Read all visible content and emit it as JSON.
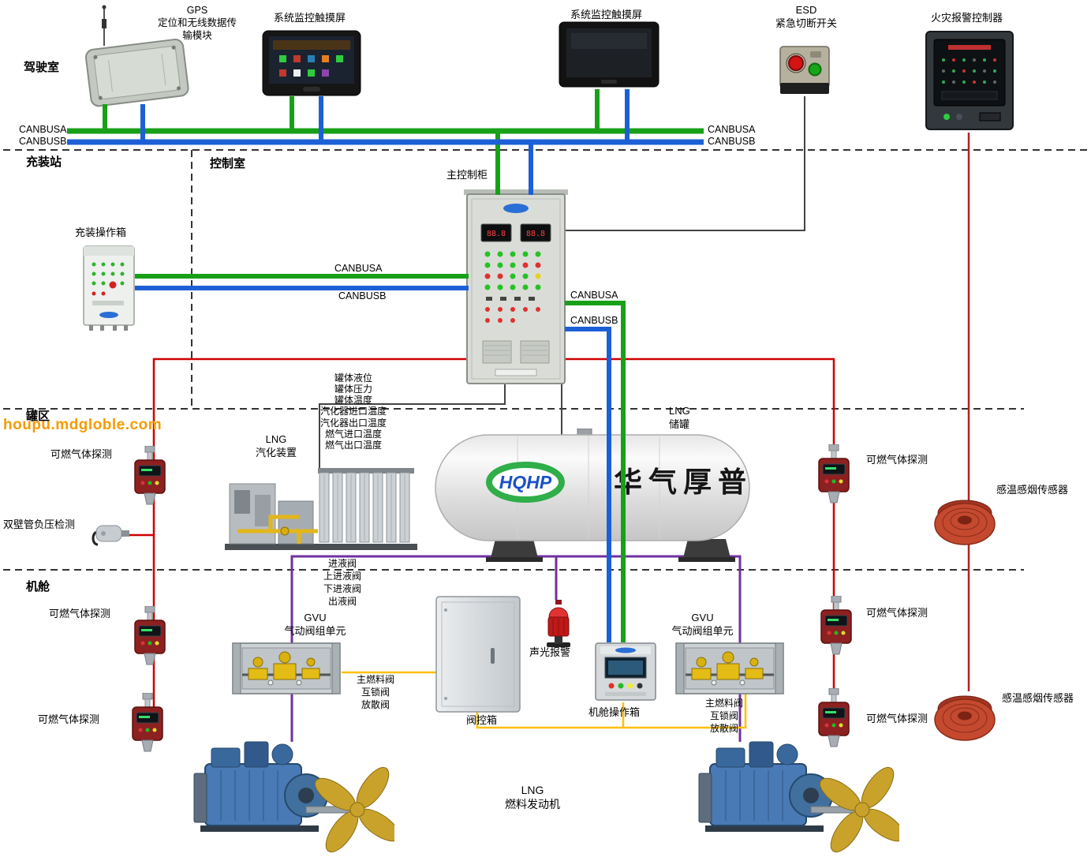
{
  "watermark": "houpu.mdgloble.com",
  "zones": {
    "cockpit": "驾驶室",
    "filling_station": "充装站",
    "control_room": "控制室",
    "tank_area": "罐区",
    "engine_room": "机舱"
  },
  "bus": {
    "a": "CANBUSA",
    "b": "CANBUSB"
  },
  "labels": {
    "gps": "GPS\n定位和无线数据传\n输模块",
    "touchscreen": "系统监控触摸屏",
    "esd": "ESD\n紧急切断开关",
    "fire_alarm_controller": "火灾报警控制器",
    "filling_box": "充装操作箱",
    "main_cabinet": "主控制柜",
    "tank_signals": [
      "罐体液位",
      "罐体压力",
      "罐体温度",
      "汽化器进口温度",
      "汽化器出口温度",
      "燃气进口温度",
      "燃气出口温度"
    ],
    "vaporizer": "LNG\n汽化装置",
    "lng_tank": "LNG\n储罐",
    "gas_detector": "可燃气体探测",
    "double_wall": "双壁管负压检测",
    "smoke_sensor": "感温感烟传感器",
    "liquid_valves": [
      "进液阀",
      "上进液阀",
      "下进液阀",
      "出液阀"
    ],
    "gvu": "GVU\n气动阀组单元",
    "alarm": "声光报警",
    "valve_control_box": "阀控箱",
    "engine_op_box": "机舱操作箱",
    "fuel_valves": [
      "主燃料阀",
      "互锁阀",
      "放散阀"
    ],
    "engine": "LNG\n燃料发动机"
  },
  "tank": {
    "brand_en": "HQHP",
    "brand_cn": "华气厚普"
  },
  "colors": {
    "canbus_a_green": "#18a018",
    "canbus_b_blue": "#1d5fd6",
    "detector_loop_red": "#cf0000",
    "fire_loop_red": "#b22222",
    "valve_loop_purple": "#7030a0",
    "control_loop_yellow": "#ffc000"
  }
}
